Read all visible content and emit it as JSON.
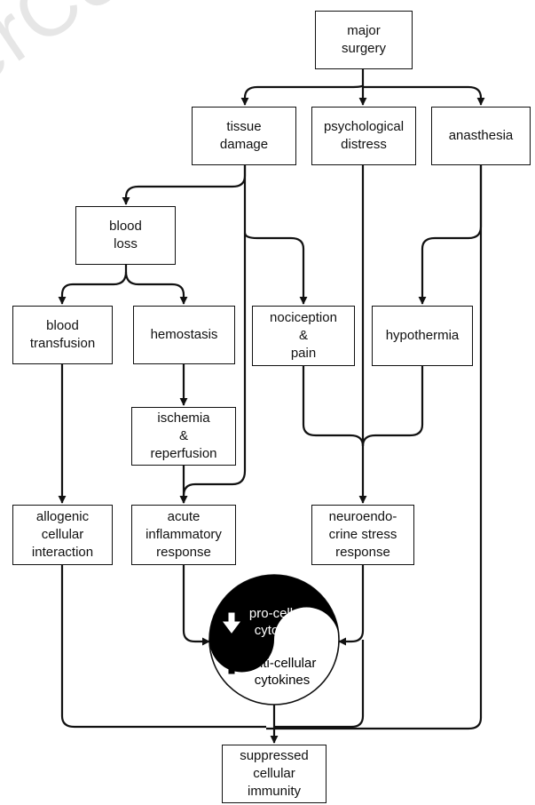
{
  "watermark": "erCe",
  "nodes": {
    "major_surgery": "major\nsurgery",
    "tissue_damage": "tissue\ndamage",
    "psychological_distress": "psychological\ndistress",
    "anasthesia": "anasthesia",
    "blood_loss": "blood\nloss",
    "blood_transfusion": "blood\ntransfusion",
    "hemostasis": "hemostasis",
    "nociception_pain": "nociception\n&\npain",
    "hypothermia": "hypothermia",
    "ischemia_reperfusion": "ischemia\n&\nreperfusion",
    "allogenic": "allogenic\ncellular\ninteraction",
    "acute_inflammatory": "acute\ninflammatory\nresponse",
    "neuroendocrine": "neuroendo-\ncrine stress\nresponse",
    "suppressed": "suppressed\ncellular\nimmunity"
  },
  "yin_yang": {
    "pro": "pro-cellular\ncytokines",
    "anti": "anti-cellular\ncytokines",
    "pro_arrow": "down",
    "anti_arrow": "up"
  },
  "colors": {
    "line": "#111111",
    "dark": "#000000",
    "light": "#ffffff"
  }
}
